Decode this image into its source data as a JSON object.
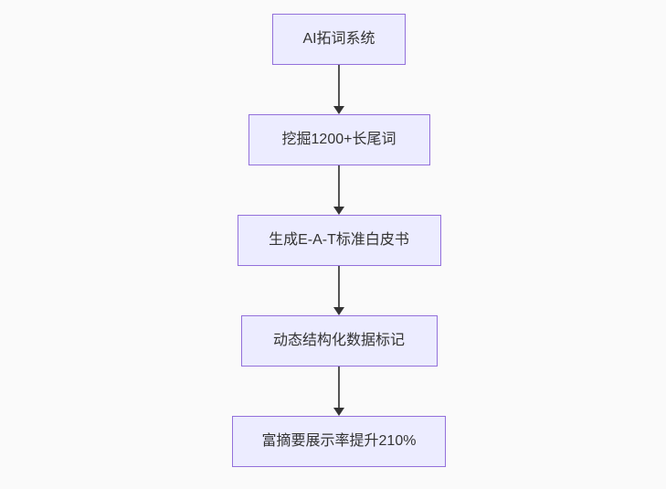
{
  "flowchart": {
    "type": "flowchart",
    "direction": "top-down",
    "nodes": [
      {
        "label": "AI拓词系统"
      },
      {
        "label": "挖掘1200+长尾词"
      },
      {
        "label": "生成E-A-T标准白皮书"
      },
      {
        "label": "动态结构化数据标记"
      },
      {
        "label": "富摘要展示率提升210%"
      }
    ],
    "edges": [
      {
        "from": 0,
        "to": 1
      },
      {
        "from": 1,
        "to": 2
      },
      {
        "from": 2,
        "to": 3
      },
      {
        "from": 3,
        "to": 4
      }
    ],
    "colors": {
      "background": "#fafafa",
      "node_fill": "#ececff",
      "node_border": "#9370db",
      "text": "#333333",
      "edge_line": "#555555",
      "arrowhead": "#333333"
    }
  }
}
